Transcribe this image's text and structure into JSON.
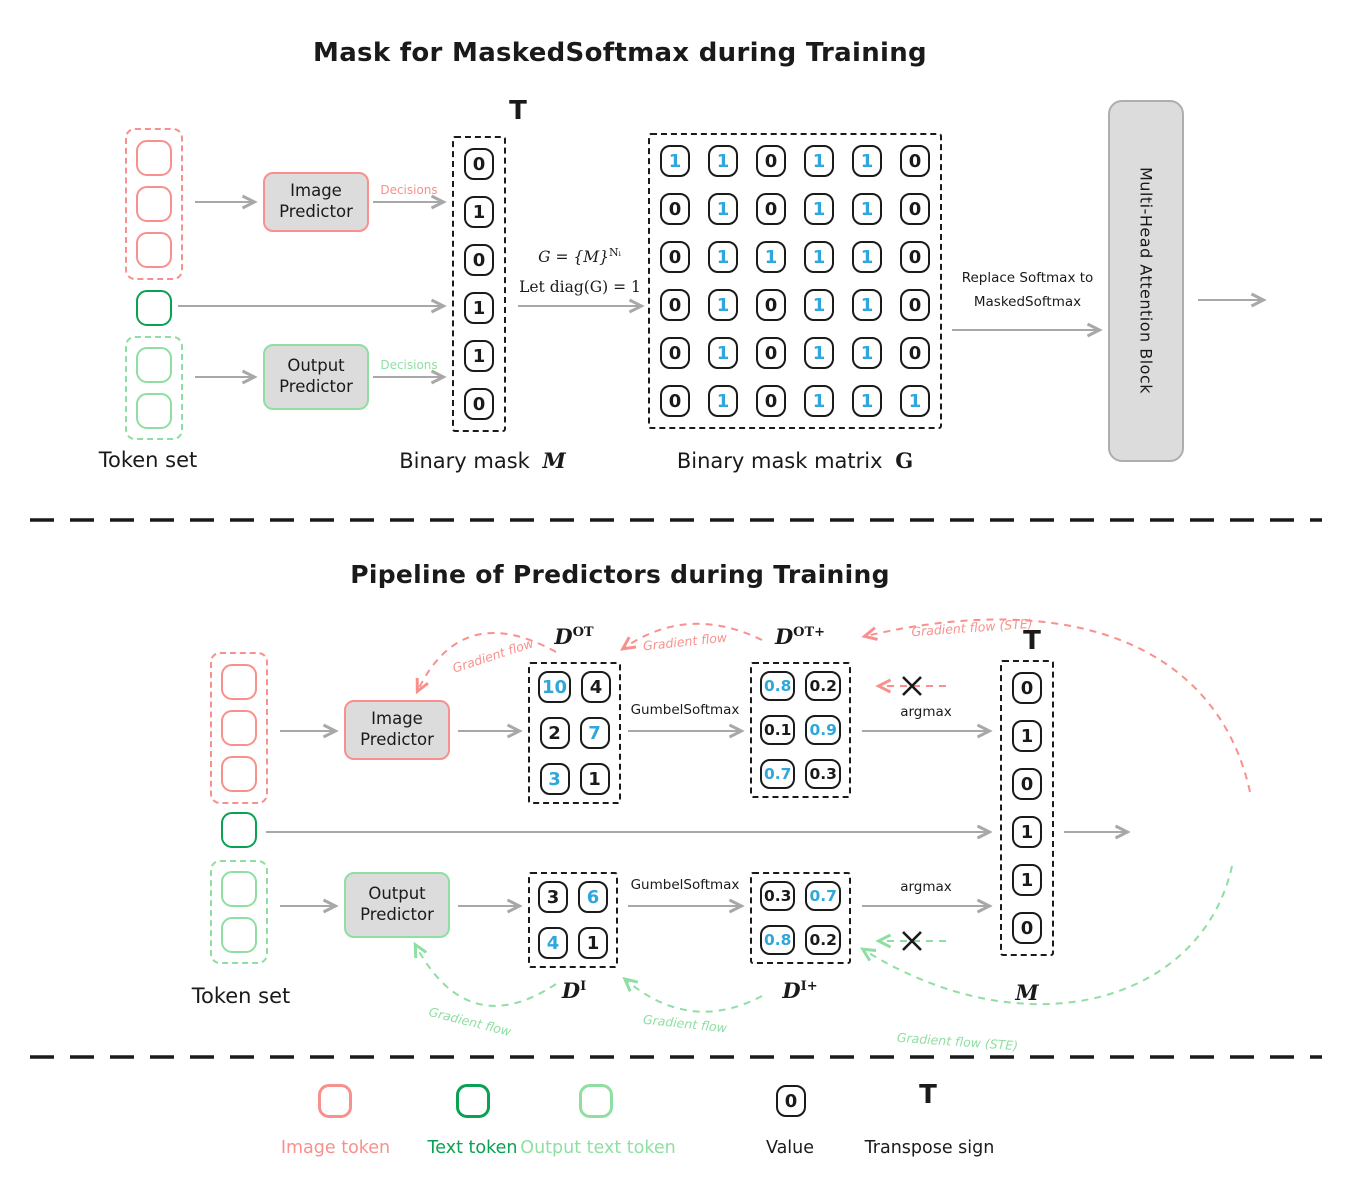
{
  "colors": {
    "pink": "#f8918d",
    "dark-green": "#0aa152",
    "light-green": "#8fdfa2",
    "blue": "#2fa7dc",
    "arrow-gray": "#a8a8a8",
    "box-fill": "#dcdcdc",
    "box-border": "#aeaeae",
    "ink": "#1a1a1a"
  },
  "top": {
    "title": "Mask for MaskedSoftmax during Training",
    "token_set_label": "Token set",
    "image_predictor": [
      "Image",
      "Predictor"
    ],
    "output_predictor": [
      "Output",
      "Predictor"
    ],
    "decisions_image": "Decisions",
    "decisions_output": "Decisions",
    "transpose": "T",
    "mask": {
      "rows": [
        [
          [
            "0",
            "k"
          ]
        ],
        [
          [
            "1",
            "k"
          ]
        ],
        [
          [
            "0",
            "k"
          ]
        ],
        [
          [
            "1",
            "k"
          ]
        ],
        [
          [
            "1",
            "k"
          ]
        ],
        [
          [
            "0",
            "k"
          ]
        ]
      ],
      "label_prefix": "Binary mask",
      "label_symbol": "M"
    },
    "formula": {
      "line1_base": "G = {M}",
      "line1_sup": "Nᵢ",
      "line2": "Let diag(G) = 1"
    },
    "gmatrix": {
      "rows": [
        [
          [
            "1",
            "b"
          ],
          [
            "1",
            "b"
          ],
          [
            "0",
            "k"
          ],
          [
            "1",
            "b"
          ],
          [
            "1",
            "b"
          ],
          [
            "0",
            "k"
          ]
        ],
        [
          [
            "0",
            "k"
          ],
          [
            "1",
            "b"
          ],
          [
            "0",
            "k"
          ],
          [
            "1",
            "b"
          ],
          [
            "1",
            "b"
          ],
          [
            "0",
            "k"
          ]
        ],
        [
          [
            "0",
            "k"
          ],
          [
            "1",
            "b"
          ],
          [
            "1",
            "b"
          ],
          [
            "1",
            "b"
          ],
          [
            "1",
            "b"
          ],
          [
            "0",
            "k"
          ]
        ],
        [
          [
            "0",
            "k"
          ],
          [
            "1",
            "b"
          ],
          [
            "0",
            "k"
          ],
          [
            "1",
            "b"
          ],
          [
            "1",
            "b"
          ],
          [
            "0",
            "k"
          ]
        ],
        [
          [
            "0",
            "k"
          ],
          [
            "1",
            "b"
          ],
          [
            "0",
            "k"
          ],
          [
            "1",
            "b"
          ],
          [
            "1",
            "b"
          ],
          [
            "0",
            "k"
          ]
        ],
        [
          [
            "0",
            "k"
          ],
          [
            "1",
            "b"
          ],
          [
            "0",
            "k"
          ],
          [
            "1",
            "b"
          ],
          [
            "1",
            "b"
          ],
          [
            "1",
            "b"
          ]
        ]
      ],
      "label_prefix": "Binary mask matrix",
      "label_symbol": "G"
    },
    "replace_line1": "Replace Softmax to",
    "replace_line2": "MaskedSoftmax",
    "attention_block": "Multi-Head Attention Block"
  },
  "bottom": {
    "title": "Pipeline of Predictors during Training",
    "token_set_label": "Token set",
    "image_predictor": [
      "Image",
      "Predictor"
    ],
    "output_predictor": [
      "Output",
      "Predictor"
    ],
    "d_ot": {
      "base": "D",
      "sup": "OT"
    },
    "d_otp": {
      "base": "D",
      "sup": "OT+"
    },
    "d_i": {
      "base": "D",
      "sup": "I"
    },
    "d_ip": {
      "base": "D",
      "sup": "I+"
    },
    "m_label": "M",
    "transpose": "T",
    "gumbel_top": "GumbelSoftmax",
    "gumbel_bottom": "GumbelSoftmax",
    "argmax_top": "argmax",
    "argmax_bottom": "argmax",
    "grad_pink_1": "Gradient flow",
    "grad_pink_2": "Gradient flow",
    "grad_pink_ste": "Gradient flow (STE)",
    "grad_green_1": "Gradient flow",
    "grad_green_2": "Gradient flow",
    "grad_green_ste": "Gradient flow (STE)",
    "dot_matrix": {
      "rows": [
        [
          [
            "10",
            "b"
          ],
          [
            "4",
            "k"
          ]
        ],
        [
          [
            "2",
            "k"
          ],
          [
            "7",
            "b"
          ]
        ],
        [
          [
            "3",
            "b"
          ],
          [
            "1",
            "k"
          ]
        ]
      ]
    },
    "dotp_matrix": {
      "rows": [
        [
          [
            "0.8",
            "b"
          ],
          [
            "0.2",
            "k"
          ]
        ],
        [
          [
            "0.1",
            "k"
          ],
          [
            "0.9",
            "b"
          ]
        ],
        [
          [
            "0.7",
            "b"
          ],
          [
            "0.3",
            "k"
          ]
        ]
      ]
    },
    "di_matrix": {
      "rows": [
        [
          [
            "3",
            "k"
          ],
          [
            "6",
            "b"
          ]
        ],
        [
          [
            "4",
            "b"
          ],
          [
            "1",
            "k"
          ]
        ]
      ]
    },
    "dip_matrix": {
      "rows": [
        [
          [
            "0.3",
            "k"
          ],
          [
            "0.7",
            "b"
          ]
        ],
        [
          [
            "0.8",
            "b"
          ],
          [
            "0.2",
            "k"
          ]
        ]
      ]
    },
    "m_matrix": {
      "rows": [
        [
          [
            "0",
            "k"
          ]
        ],
        [
          [
            "1",
            "k"
          ]
        ],
        [
          [
            "0",
            "k"
          ]
        ],
        [
          [
            "1",
            "k"
          ]
        ],
        [
          [
            "1",
            "k"
          ]
        ],
        [
          [
            "0",
            "k"
          ]
        ]
      ]
    }
  },
  "legend": {
    "image_token": "Image token",
    "text_token": "Text token",
    "output_text_token": "Output text token",
    "value_glyph": "0",
    "value": "Value",
    "transpose_glyph": "T",
    "transpose": "Transpose sign"
  }
}
